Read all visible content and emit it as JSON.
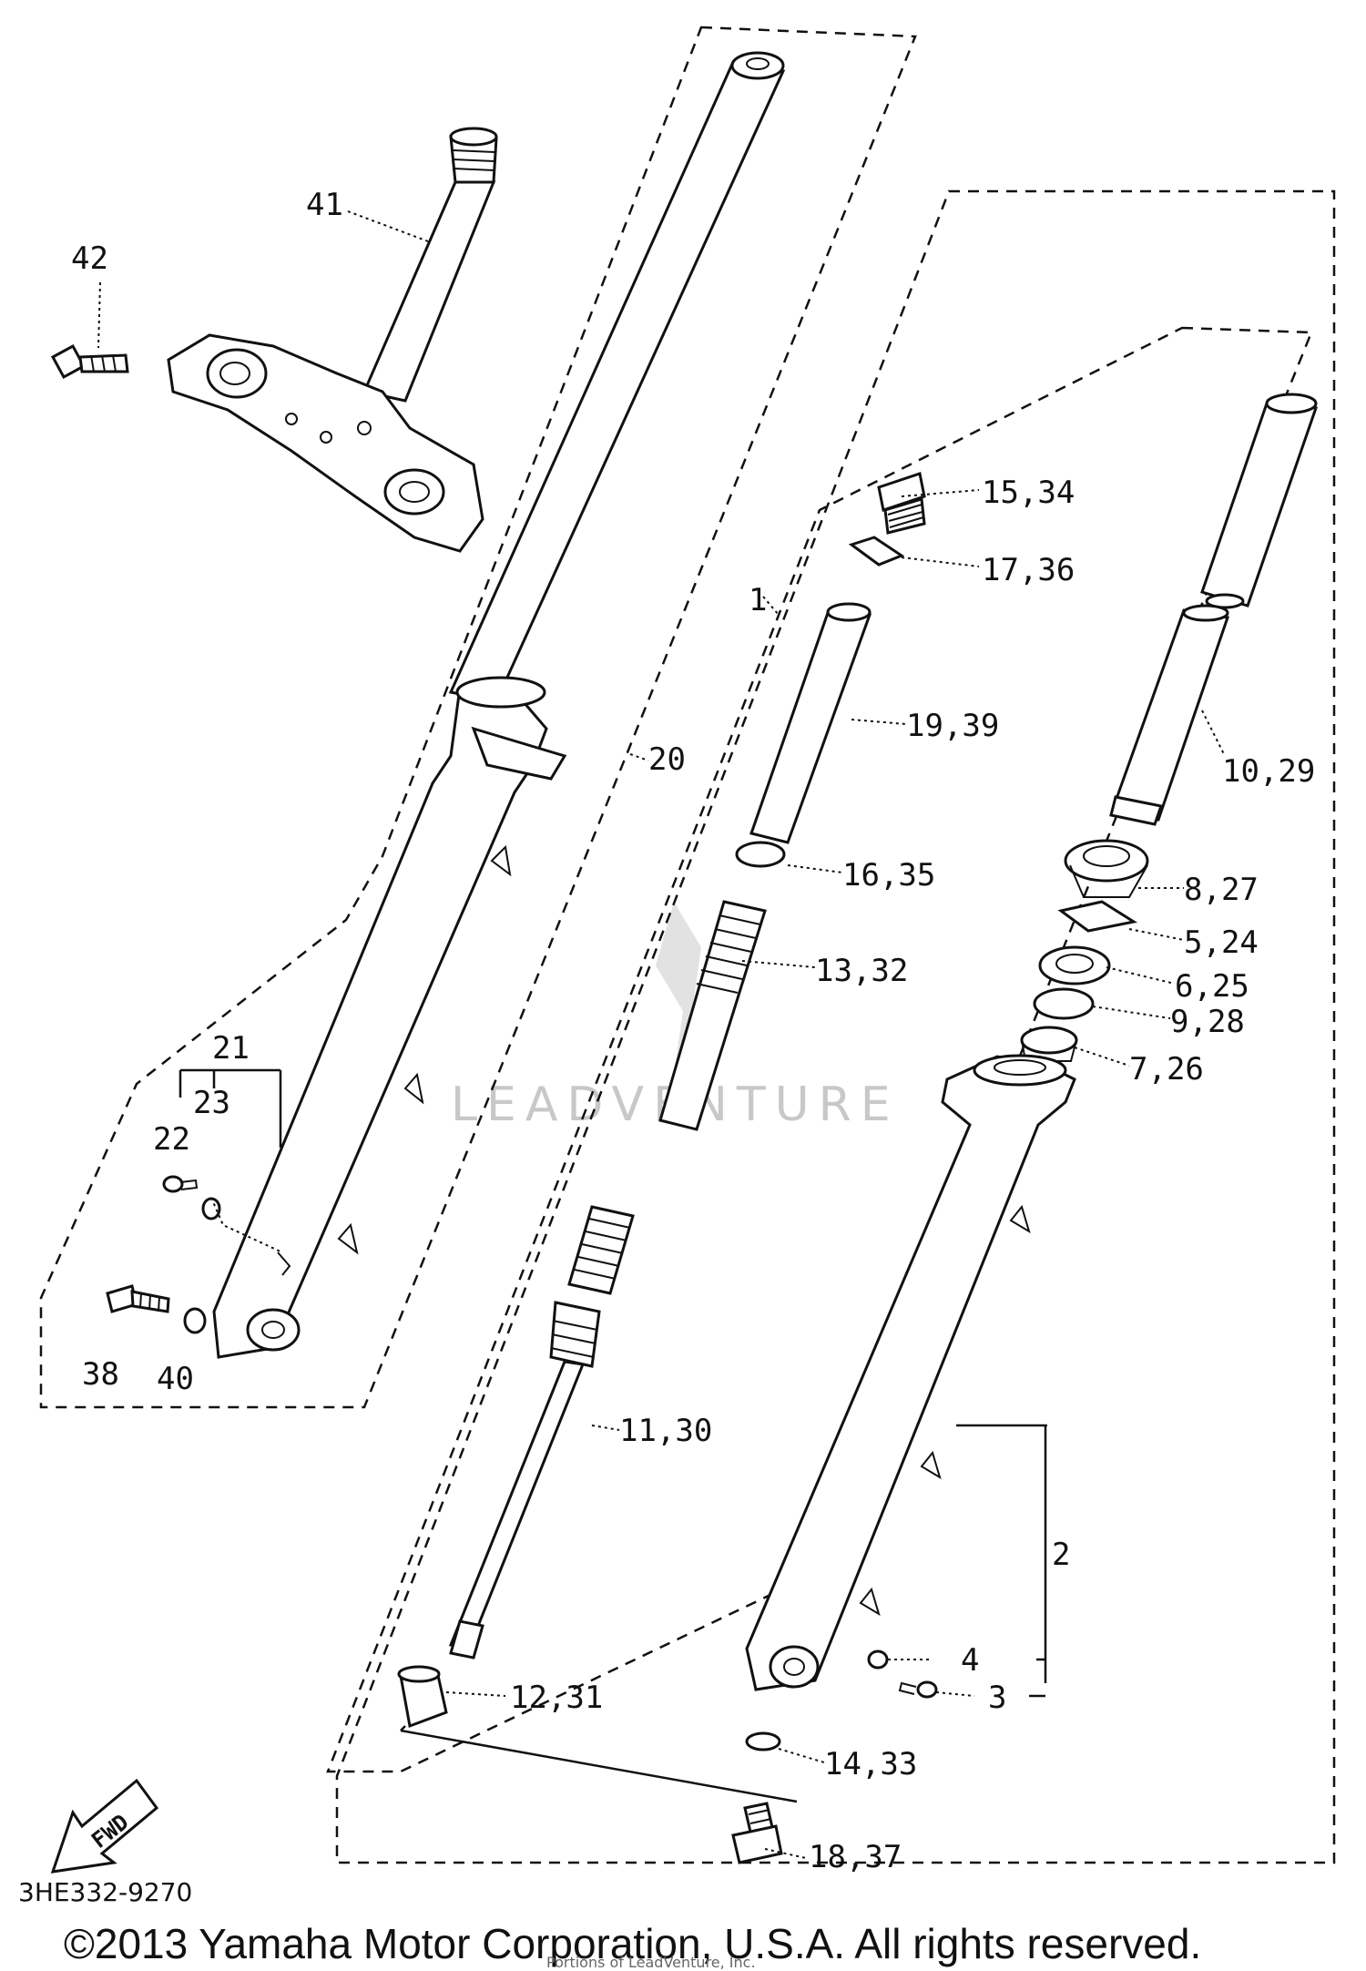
{
  "callouts": {
    "c41": "41",
    "c42": "42",
    "c1": "1",
    "c15": "15,34",
    "c17": "17,36",
    "c19": "19,39",
    "c20": "20",
    "c16": "16,35",
    "c13": "13,32",
    "c10": "10,29",
    "c8": "8,27",
    "c5": "5,24",
    "c6": "6,25",
    "c9": "9,28",
    "c7": "7,26",
    "c21": "21",
    "c23": "23",
    "c22": "22",
    "c38": "38",
    "c40": "40",
    "c11": "11,30",
    "c2": "2",
    "c4": "4",
    "c3": "3",
    "c12": "12,31",
    "c14": "14,33",
    "c18": "18,37"
  },
  "fwd_label": "FWD",
  "diagram_code": "3HE332-9270",
  "watermark": "LEADVENTURE",
  "footer": {
    "copyright": "©2013 Yamaha Motor Corporation, U.S.A. All rights reserved.",
    "subnote": "Portions of LeadVenture, Inc."
  }
}
